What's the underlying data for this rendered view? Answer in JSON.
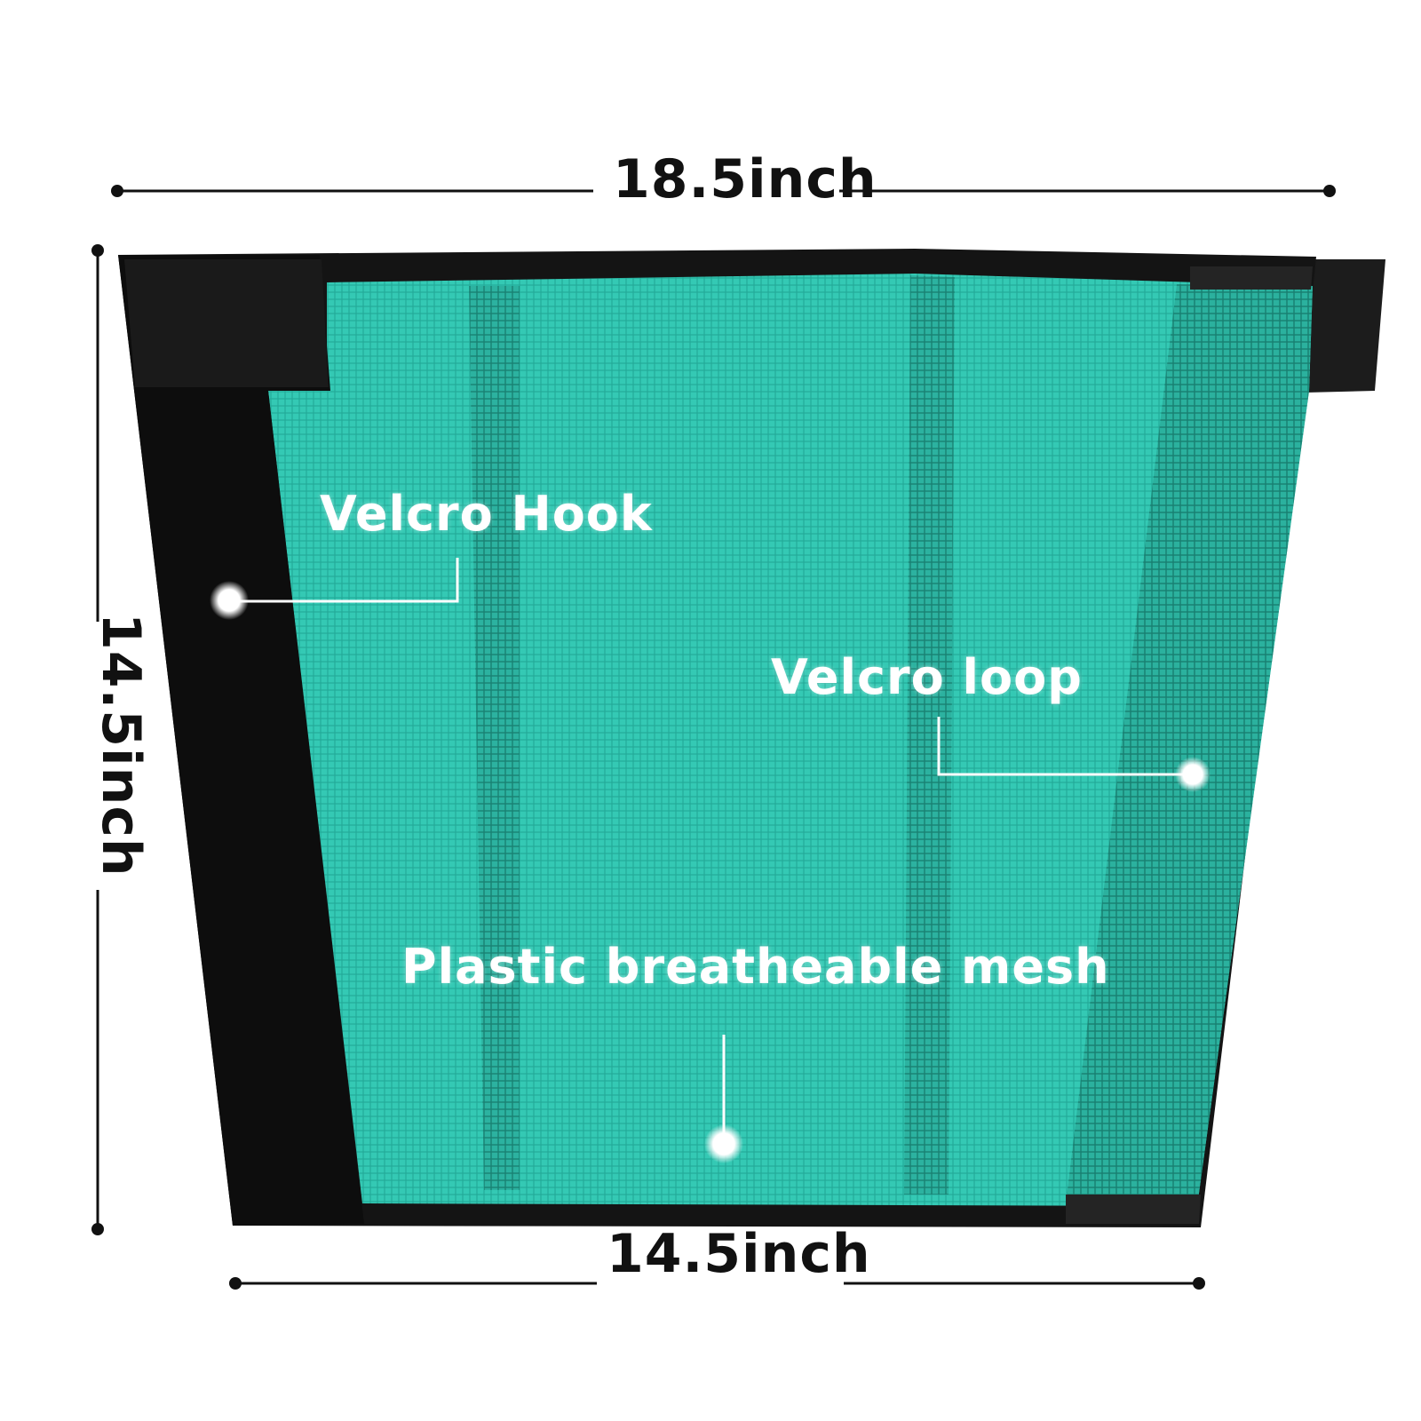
{
  "dimensions": {
    "width_top": "18.5inch",
    "height_side": "14.5inch",
    "width_bottom": "14.5inch"
  },
  "callouts": {
    "velcro_hook": "Velcro Hook",
    "velcro_loop": "Velcro loop",
    "mesh": "Plastic breatheable mesh"
  },
  "colors": {
    "mesh": "#2ec4b0",
    "mesh_dark": "#1f8f7f",
    "binding": "#141414",
    "label_white": "#ffffff",
    "dimension_text": "#111111"
  }
}
